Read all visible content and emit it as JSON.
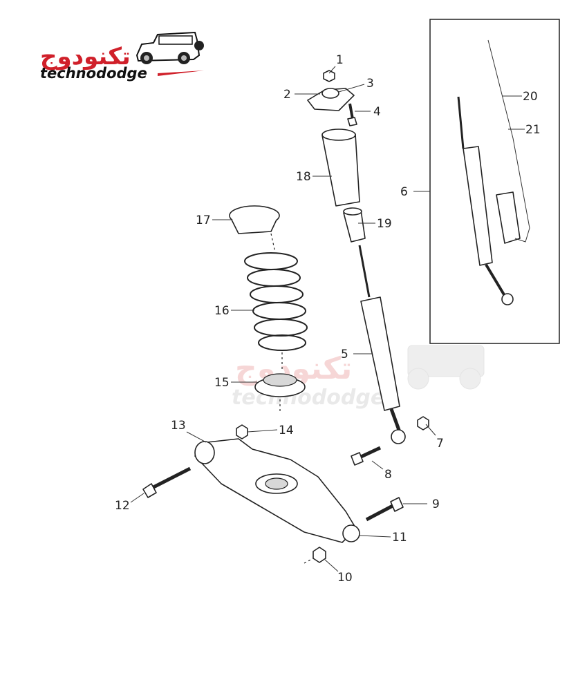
{
  "logo": {
    "arabic": "تكنودوج",
    "latin": "technododge",
    "accent_color": "#d0202a"
  },
  "watermark": {
    "arabic": "تكنودوج",
    "latin": "technododge"
  },
  "callouts": [
    "1",
    "2",
    "3",
    "4",
    "5",
    "6",
    "7",
    "8",
    "9",
    "10",
    "11",
    "12",
    "13",
    "14",
    "15",
    "16",
    "17",
    "18",
    "19",
    "20",
    "21"
  ]
}
